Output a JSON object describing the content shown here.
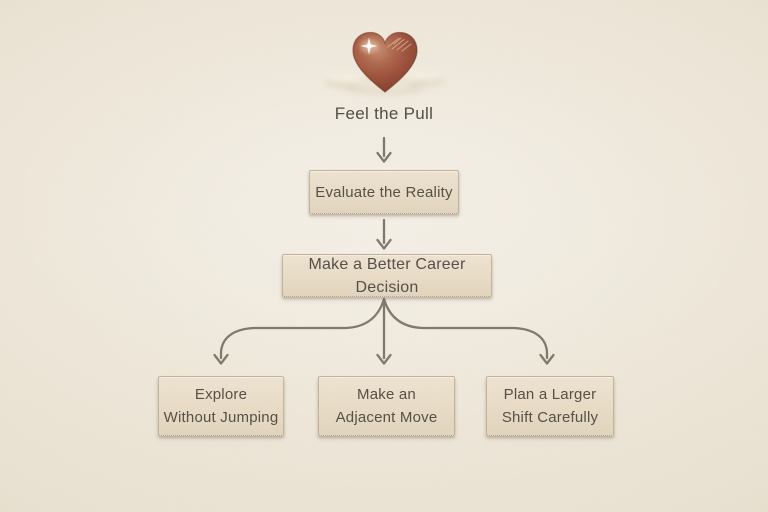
{
  "flow": {
    "start_label": "Feel the Pull",
    "step1_label": "Evaluate the Reality",
    "step2_label": "Make a Better Career Decision",
    "branches": [
      {
        "line1": "Explore",
        "line2": "Without Jumping"
      },
      {
        "line1": "Make an",
        "line2": "Adjacent Move"
      },
      {
        "line1": "Plan a Larger",
        "line2": "Shift Carefully"
      }
    ]
  },
  "icons": {
    "heart": "heart-icon"
  },
  "colors": {
    "background": "#ebe3d3",
    "vignette_edge": "#d9cfba",
    "box_fill": "#e9ddc8",
    "box_border": "#b2a082",
    "text": "#575046",
    "arrow": "#817a6d",
    "heart_main": "#9c523c",
    "heart_dark": "#7d3a29",
    "heart_light": "#c98f72"
  }
}
